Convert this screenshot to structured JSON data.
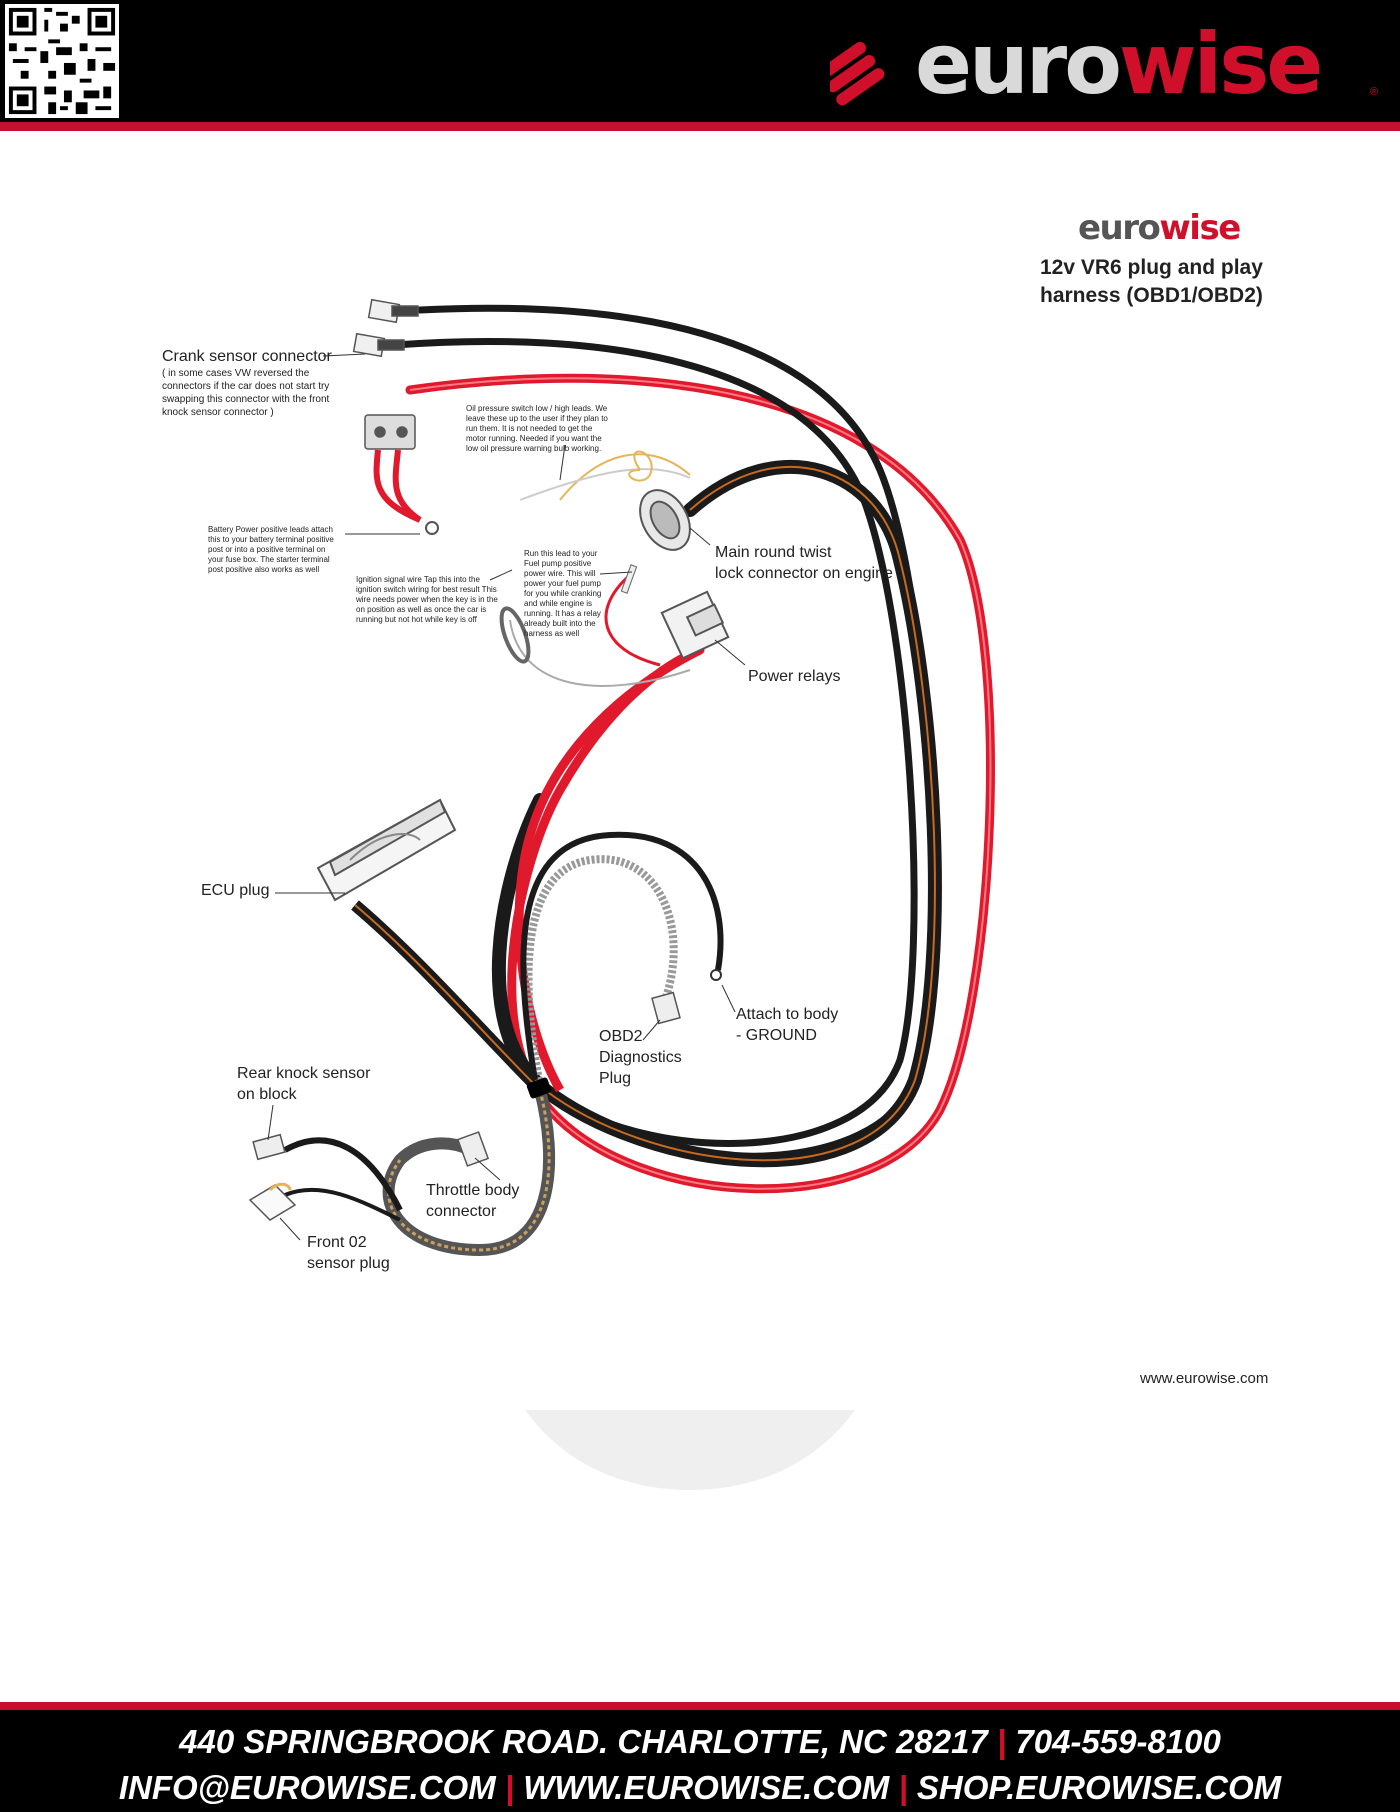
{
  "header": {
    "brand_main": "euro",
    "brand_accent": "wise",
    "reg_mark": "®",
    "qr_label": "qr-code"
  },
  "diagram": {
    "brand_main": "euro",
    "brand_accent": "wise",
    "title_line1": "12v VR6 plug and play",
    "title_line2": "harness (OBD1/OBD2)",
    "labels": {
      "crank": "Crank sensor connector",
      "crank_note": "( in some cases VW reversed the\nconnectors if the car does not start try\nswapping this connector with the front\nknock sensor connector )",
      "oil_note": "Oil pressure switch low / high leads. We\nleave these up to the user if they plan to\nrun them. It is not needed to get the\nmotor running. Needed if you want the\nlow oil pressure warning bulb working.",
      "battery_note": "Battery Power positive leads attach\nthis to your battery terminal positive\npost or into a positive terminal on\nyour fuse box. The starter terminal\npost positive also works as well",
      "ignition_note": "Ignition signal wire Tap this into the\nignition switch wiring for best result This\nwire needs power when the key is in the\non position as well as once the car is\nrunning but not hot while key is off",
      "fuel_note": "Run this lead to your\nFuel pump positive\npower wire. This will\npower your fuel pump\nfor you while cranking\nand while engine is\nrunning. It has a relay\nalready built into the\nharness as well",
      "main_round": "Main round twist\nlock connector on engine",
      "power_relays": "Power relays",
      "ecu_plug": "ECU plug",
      "attach_body": "Attach to body\n- GROUND",
      "obd2": "OBD2\nDiagnostics\nPlug",
      "rear_knock": "Rear knock sensor\non block",
      "throttle": "Throttle body\nconnector",
      "front_o2": "Front 02\nsensor plug"
    },
    "website": "www.eurowise.com"
  },
  "footer": {
    "address": "440 SPRINGBROOK ROAD. CHARLOTTE, NC 28217",
    "phone": "704-559-8100",
    "email": "INFO@EUROWISE.COM",
    "web": "WWW.EUROWISE.COM",
    "shop": "SHOP.EUROWISE.COM",
    "separator": "|"
  },
  "colors": {
    "brand_red": "#d0102a",
    "header_bg": "#000000",
    "wire_red": "#e0192c",
    "wire_black": "#1a1a1a",
    "wire_orange": "#c86a1e"
  }
}
